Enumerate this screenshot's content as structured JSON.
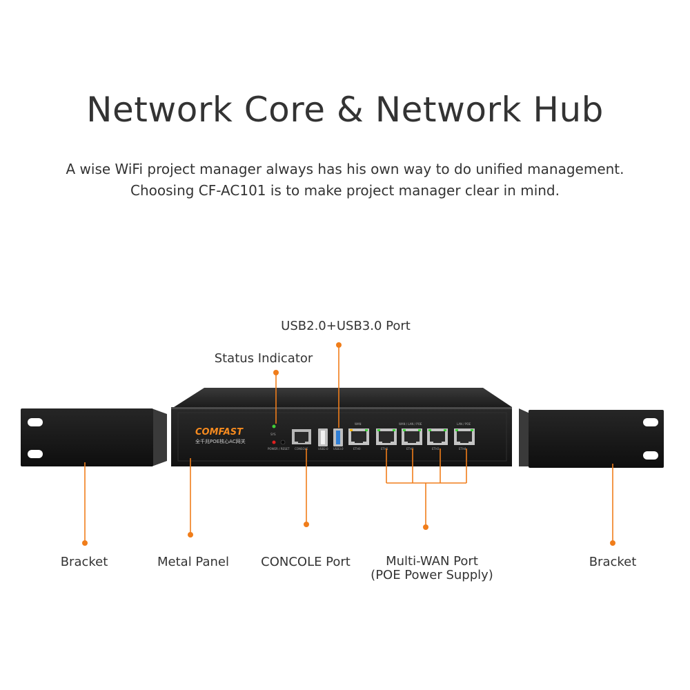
{
  "header": {
    "title": "Network Core & Network Hub",
    "subtitle_line1": "A wise WiFi project manager always has his own way to do unified management.",
    "subtitle_line2": "Choosing CF-AC101 is to make project manager clear in mind."
  },
  "device": {
    "brand": "COMFAST",
    "model_text": "全千兆POE核心AC网关",
    "port_labels": {
      "sys": "SYS",
      "power_reset": "POWER / RESET",
      "console": "CONSOLE",
      "usb2": "USB2.0",
      "usb3": "USB3.0",
      "wan": "WAN",
      "wan_group": "WAN / LAN / POE",
      "lan_group": "LAN / POE",
      "eth0": "ETH0",
      "eth1": "ETH1",
      "eth2": "ETH2",
      "eth3": "ETH3",
      "eth4": "ETH4"
    }
  },
  "callouts": {
    "usb": "USB2.0+USB3.0 Port",
    "status": "Status Indicator",
    "bracket_left": "Bracket",
    "metal_panel": "Metal Panel",
    "console": "CONCOLE Port",
    "multiwan_line1": "Multi-WAN Port",
    "multiwan_line2": "(POE Power Supply)",
    "bracket_right": "Bracket"
  },
  "colors": {
    "accent": "#f07d1a",
    "led_green": "#3fcf3a",
    "led_red": "#e02020",
    "usb3_blue": "#2f7fd6",
    "brand_orange": "#f58a1f"
  }
}
